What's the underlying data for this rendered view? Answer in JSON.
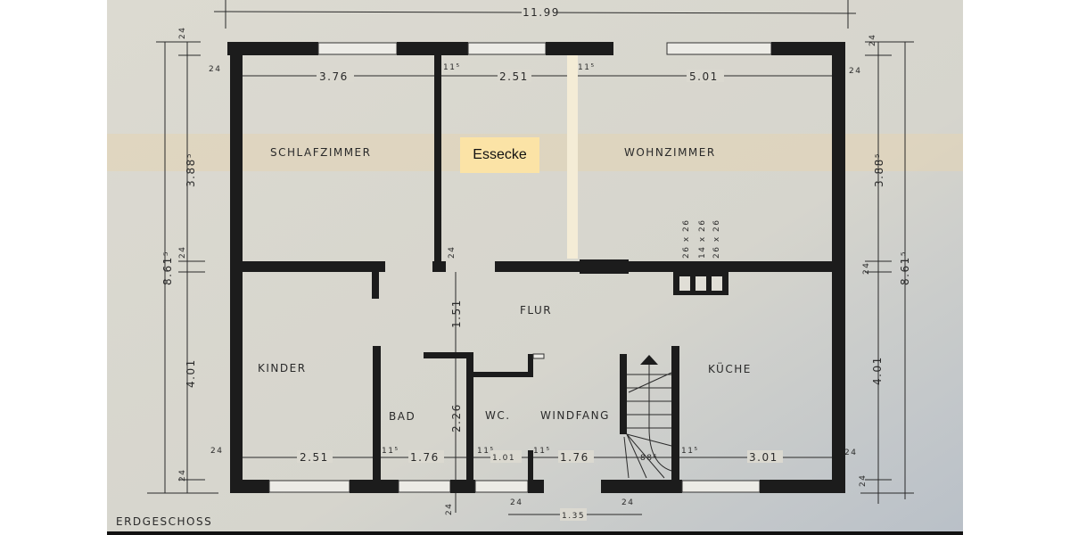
{
  "title": "ERDGESCHOSS",
  "annotation": "Essecke",
  "rooms": {
    "schlafzimmer": "SCHLAFZIMMER",
    "wohnzimmer": "WOHNZIMMER",
    "flur": "FLUR",
    "kinder": "KINDER",
    "bad": "BAD",
    "wc": "WC.",
    "windfang": "WINDFANG",
    "kueche": "KÜCHE"
  },
  "dimensions": {
    "total_width": "11.99",
    "schlafzimmer_width": "3.76",
    "essecke_width": "2.51",
    "wohnzimmer_width": "5.01",
    "upper_height_left": "3.88⁵",
    "upper_height_right": "3.88⁵",
    "lower_height_left": "4.01",
    "lower_height_right": "4.01",
    "total_height_left": "8.61⁵",
    "total_height_right": "8.61⁵",
    "flur_depth": "1.51",
    "bad_depth": "2.26",
    "kinder_width": "2.51",
    "bad_width": "1.76",
    "wc_width": "1.01",
    "windfang_width": "1.76",
    "kueche_width": "3.01",
    "entry_width": "1.35",
    "stair_angle": "88⁶",
    "wall_outer": "24",
    "wall_inner": "11⁵",
    "chimney": [
      "26 x 26",
      "14 x 26",
      "26 x 26"
    ]
  },
  "colors": {
    "paper": "#d8d5cb",
    "wall": "#1c1c1c",
    "highlight": "#fbe3a6"
  }
}
